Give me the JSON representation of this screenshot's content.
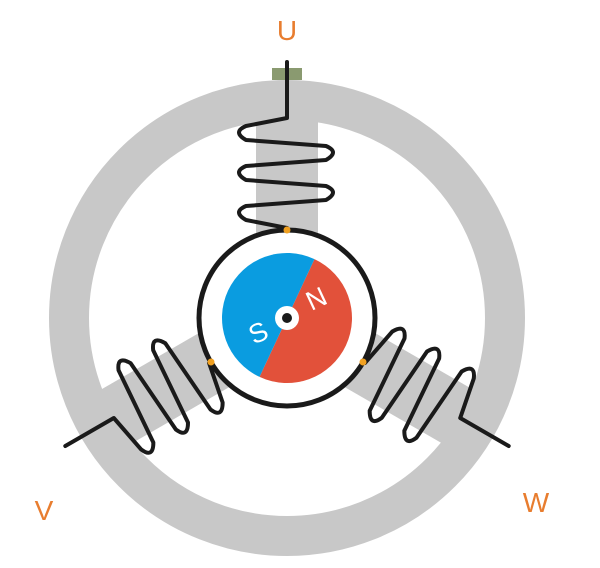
{
  "labels": {
    "phase_u": "U",
    "phase_v": "V",
    "phase_w": "W",
    "rotor_south": "S",
    "rotor_north": "N"
  },
  "colors": {
    "stator": "#c8c8c8",
    "winding": "#1a1a1a",
    "rotor_north": "#e2513a",
    "rotor_south": "#0a9ce0",
    "label": "#e87d2f",
    "terminal_block": "#8a9a70",
    "contact_mark": "#f0a020"
  }
}
